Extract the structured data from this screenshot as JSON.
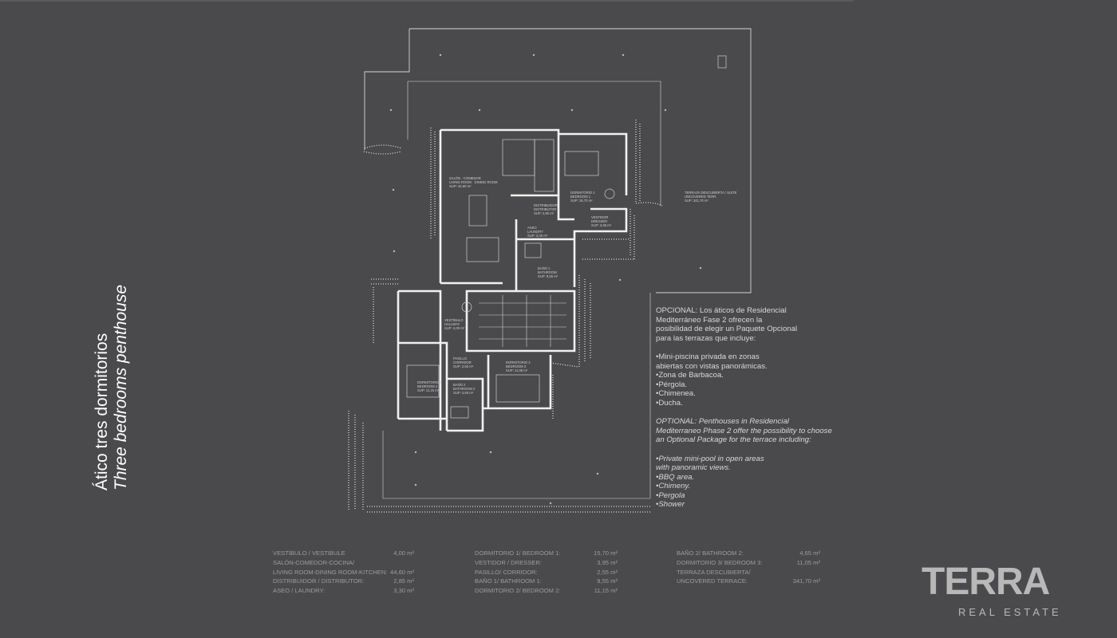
{
  "title": {
    "line1": "Ático tres dormitorios",
    "line2": "Three bedrooms penthouse"
  },
  "plan_labels": {
    "salon": [
      "SALÓN · COMEDOR",
      "LIVING ROOM · DINING ROOM",
      "SUP: 44,60 m²"
    ],
    "dorm1": [
      "DORMITORIO 1",
      "BEDROOM 1",
      "SUP: 15,70 m²"
    ],
    "terraza": [
      "TERRAZA DESCUBIERTA / SUITE",
      "UNCOVERED TERR.",
      "SUP: 341,70 m²"
    ],
    "distribuidor": [
      "DISTRIBUIDOR",
      "DISTRIBUTOR",
      "SUP: 2,85 m²"
    ],
    "vestidor": [
      "VESTIDOR",
      "DRESSER",
      "SUP: 3,95 m²"
    ],
    "aseo": [
      "ASEO",
      "LAUNDRY",
      "SUP: 3,30 m²"
    ],
    "bano1": [
      "BAÑO 1",
      "BATHROOM",
      "SUP: 9,55 m²"
    ],
    "vestibulo": [
      "VESTÍBULO",
      "HALLWAY",
      "SUP: 4,00 m²"
    ],
    "pasillo": [
      "PASILLO",
      "CORRIDOR",
      "SUP: 2,55 m²"
    ],
    "dorm3": [
      "DORMITORIO 3",
      "BEDROOM 3",
      "SUP: 11,05 m²"
    ],
    "dorm2": [
      "DORMITORIO 2",
      "BEDROOM 2",
      "SUP: 11,15 m²"
    ],
    "bano2": [
      "BAÑO 2",
      "BATHROOM 2",
      "SUP: 4,65 m²"
    ]
  },
  "optional": {
    "es_intro": [
      "OPCIONAL: Los áticos de Residencial",
      "Mediterráneo Fase 2 ofrecen la",
      "posibilidad de elegir un Paquete Opcional",
      "para las terrazas que incluye:"
    ],
    "es_items": [
      "•Mini-piscina privada en zonas",
      "abiertas con vistas panorámicas.",
      "•Zona de Barbacoa.",
      "•Pérgola.",
      "•Chimenea.",
      "•Ducha."
    ],
    "en_intro": [
      "OPTIONAL: Penthouses in Residencial",
      "Mediterraneo Phase 2 offer the possibility to choose",
      "an Optional Package for the terrace including:"
    ],
    "en_items": [
      "•Private mini-pool in open areas",
      "with panoramic views.",
      "•BBQ area.",
      "•Chimeny.",
      "•Pergola",
      "•Shower"
    ]
  },
  "areas": {
    "col1": [
      {
        "label": "VESTÍBULO / VESTIBULE",
        "value": "4,00 m²"
      },
      {
        "label": "SALÓN-COMEDOR-COCINA/",
        "value": ""
      },
      {
        "label": "LIVING ROOM-DINING ROOM-KITCHEN:",
        "value": "44,60 m²"
      },
      {
        "label": "DISTRIBUIDOR / DISTRIBUTOR:",
        "value": "2,85 m²"
      },
      {
        "label": "ASEO / LAUNDRY:",
        "value": "3,30 m²"
      }
    ],
    "col2": [
      {
        "label": "DORMITORIO 1/ BEDROOM 1:",
        "value": "15,70 m²"
      },
      {
        "label": "VESTIDOR / DRESSER:",
        "value": "3,95 m²"
      },
      {
        "label": "PASILLO/ CORRIDOR:",
        "value": "2,55 m²"
      },
      {
        "label": "BAÑO 1/ BATHROOM 1:",
        "value": "9,55 m²"
      },
      {
        "label": "DORMITORIO 2/ BEDROOM 2:",
        "value": "11,15 m²"
      }
    ],
    "col3": [
      {
        "label": "BAÑO 2/ BATHROOM 2:",
        "value": "4,65 m²"
      },
      {
        "label": "DORMITORIO 3/ BEDROOM 3:",
        "value": "11,05 m²"
      },
      {
        "label": "TERRAZA DESCUBIERTA/",
        "value": ""
      },
      {
        "label": "UNCOVERED TERRACE:",
        "value": "341,70 m²"
      }
    ]
  },
  "logo": {
    "main": "TERRA",
    "sub": "REAL ESTATE"
  }
}
